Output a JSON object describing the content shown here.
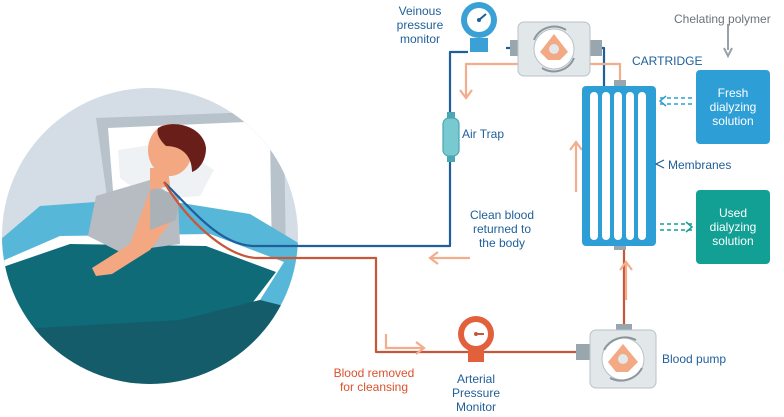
{
  "labels": {
    "venous_monitor": [
      "Veinous",
      "pressure",
      "monitor"
    ],
    "chelating": "Chelating polymer",
    "cartridge": "CARTRIDGE",
    "fresh": [
      "Fresh",
      "dialyzing",
      "solution"
    ],
    "used": [
      "Used",
      "dialyzing",
      "solution"
    ],
    "air_trap": "Air Trap",
    "membranes": "Membranes",
    "clean_blood": [
      "Clean blood",
      "returned to",
      "the body"
    ],
    "blood_removed": [
      "Blood removed",
      "for cleansing"
    ],
    "arterial": [
      "Arterial",
      "Pressure",
      "Monitor"
    ],
    "blood_pump": "Blood pump"
  },
  "colors": {
    "blue_line": "#1e5f9c",
    "red_line": "#c8573a",
    "arrow_orange": "#f2ad8d",
    "fresh_box": "#2e9fd6",
    "used_box": "#12a095",
    "gauge_blue": "#3aa0d6",
    "gauge_red": "#e2603c",
    "cartridge": "#2e9fd6"
  }
}
